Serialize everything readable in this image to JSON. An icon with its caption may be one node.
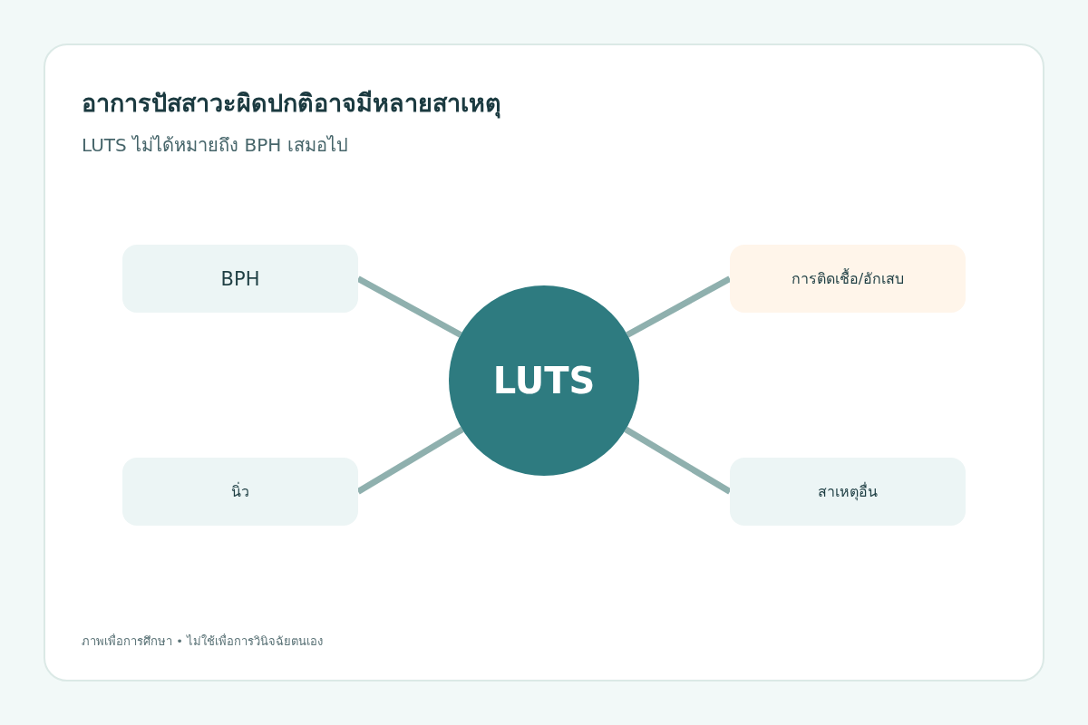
{
  "diagram": {
    "title": "อาการปัสสาวะผิดปกติอาจมีหลายสาเหตุ",
    "caption": "LUTS ไม่ได้หมายถึง BPH เสมอไป",
    "nodes": [
      {
        "text": [
          "BPH"
        ]
      },
      {
        "text": [
          "การติดเชื้อ/อักเสบ"
        ]
      },
      {
        "text": [
          "LUTS"
        ]
      },
      {
        "text": [
          "นิ่ว"
        ]
      },
      {
        "text": [
          "สาเหตุอื่น"
        ]
      }
    ],
    "edges": [
      {
        "from": 2,
        "to": 0,
        "arrow": "none"
      },
      {
        "from": 2,
        "to": 1,
        "arrow": "none"
      },
      {
        "from": 2,
        "to": 3,
        "arrow": "none"
      },
      {
        "from": 2,
        "to": 4,
        "arrow": "none"
      }
    ],
    "labels": [
      "ภาพเพื่อการศึกษา • ไม่ใช้เพื่อการวินิจฉัยตนเอง"
    ]
  }
}
